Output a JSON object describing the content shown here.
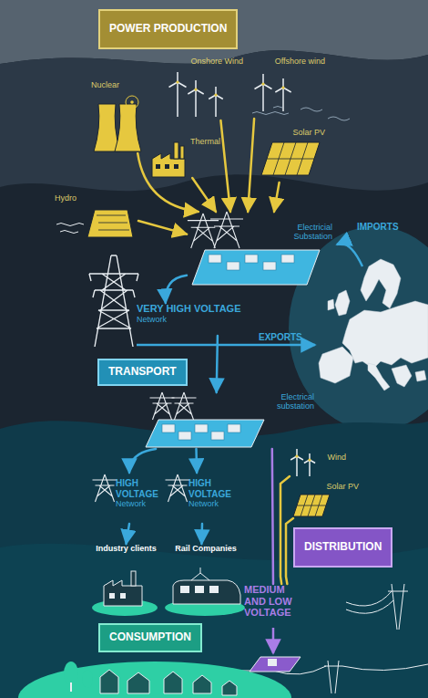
{
  "diagram": {
    "nodes": [
      {
        "text": [
          "POWER PRODUCTION"
        ]
      },
      {
        "text": [
          "Nuclear"
        ]
      },
      {
        "text": [
          "Onshore Wind"
        ]
      },
      {
        "text": [
          "Offshore wind"
        ]
      },
      {
        "text": [
          "Thermal"
        ]
      },
      {
        "text": [
          "Solar PV"
        ]
      },
      {
        "text": [
          "Hydro"
        ]
      },
      {
        "text": [
          "Electricial Substation"
        ]
      },
      {
        "text": [
          "VERY HIGH VOLTAGE",
          "Network"
        ]
      },
      {
        "text": [
          "TRANSPORT"
        ]
      },
      {
        "text": [
          "Electrical substation"
        ]
      },
      {
        "text": [
          "HIGH VOLTAGE",
          "Network"
        ]
      },
      {
        "text": [
          "HIGH VOLTAGE",
          "Network"
        ]
      },
      {
        "text": [
          "Industry clients"
        ]
      },
      {
        "text": [
          "Rail Companies"
        ]
      },
      {
        "text": [
          "Wind"
        ]
      },
      {
        "text": [
          "Solar PV"
        ]
      },
      {
        "text": [
          "DISTRIBUTION"
        ]
      },
      {
        "text": [
          "MEDIUM AND LOW VOLTAGE"
        ]
      },
      {
        "text": [
          "CONSUMPTION"
        ]
      }
    ],
    "edges": [
      {
        "from": 1,
        "to": 7,
        "arrow": "to"
      },
      {
        "from": 2,
        "to": 7,
        "arrow": "to"
      },
      {
        "from": 3,
        "to": 7,
        "arrow": "to"
      },
      {
        "from": 4,
        "to": 7,
        "arrow": "to"
      },
      {
        "from": 5,
        "to": 7,
        "arrow": "to"
      },
      {
        "from": 6,
        "to": 7,
        "arrow": "to"
      },
      {
        "from": 7,
        "to": 8,
        "arrow": "to"
      },
      {
        "from": 8,
        "to": 10,
        "arrow": "to"
      },
      {
        "from": 10,
        "to": 11,
        "arrow": "to"
      },
      {
        "from": 10,
        "to": 12,
        "arrow": "to"
      },
      {
        "from": 11,
        "to": 13,
        "arrow": "to"
      },
      {
        "from": 12,
        "to": 14,
        "arrow": "to"
      },
      {
        "from": 10,
        "to": 18,
        "arrow": "none"
      },
      {
        "from": 15,
        "to": 18,
        "arrow": "none"
      },
      {
        "from": 16,
        "to": 18,
        "arrow": "none"
      }
    ],
    "labels": [
      "IMPORTS",
      "EXPORTS"
    ]
  }
}
